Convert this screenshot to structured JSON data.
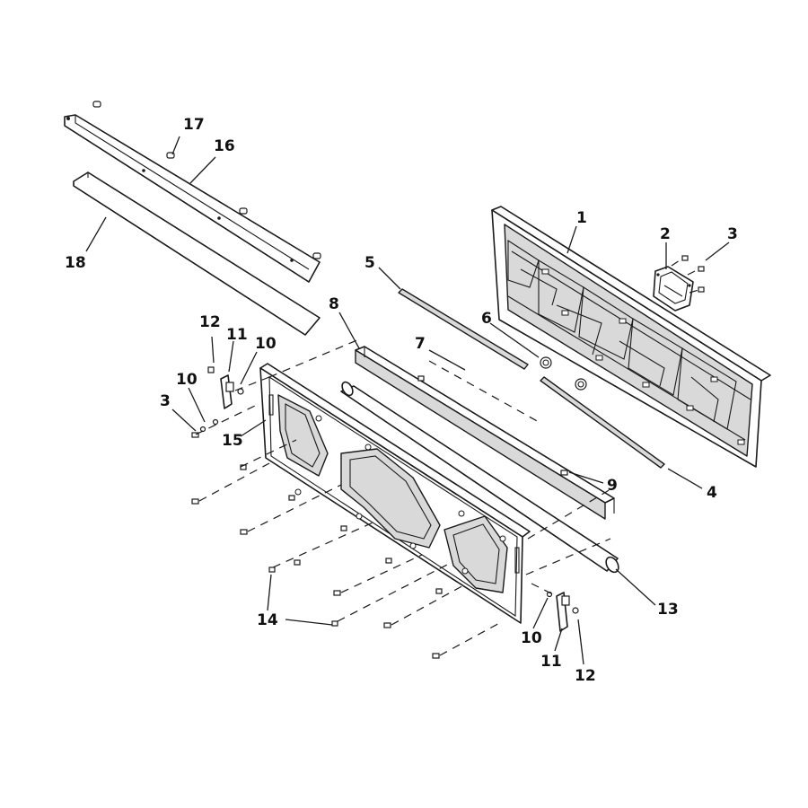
{
  "diagram": {
    "type": "exploded parts diagram",
    "callouts": [
      {
        "id": "c1",
        "label": "1"
      },
      {
        "id": "c2",
        "label": "2"
      },
      {
        "id": "c3a",
        "label": "3"
      },
      {
        "id": "c3b",
        "label": "3"
      },
      {
        "id": "c4",
        "label": "4"
      },
      {
        "id": "c5",
        "label": "5"
      },
      {
        "id": "c6",
        "label": "6"
      },
      {
        "id": "c7",
        "label": "7"
      },
      {
        "id": "c8",
        "label": "8"
      },
      {
        "id": "c9",
        "label": "9"
      },
      {
        "id": "c10a",
        "label": "10"
      },
      {
        "id": "c10b",
        "label": "10"
      },
      {
        "id": "c10c",
        "label": "10"
      },
      {
        "id": "c11a",
        "label": "11"
      },
      {
        "id": "c11b",
        "label": "11"
      },
      {
        "id": "c12a",
        "label": "12"
      },
      {
        "id": "c12b",
        "label": "12"
      },
      {
        "id": "c13",
        "label": "13"
      },
      {
        "id": "c14",
        "label": "14"
      },
      {
        "id": "c15",
        "label": "15"
      },
      {
        "id": "c16",
        "label": "16"
      },
      {
        "id": "c17",
        "label": "17"
      },
      {
        "id": "c18",
        "label": "18"
      }
    ],
    "colors": {
      "line": "#1a1a1a",
      "background": "#ffffff",
      "shade": "#d9d9d9"
    }
  }
}
